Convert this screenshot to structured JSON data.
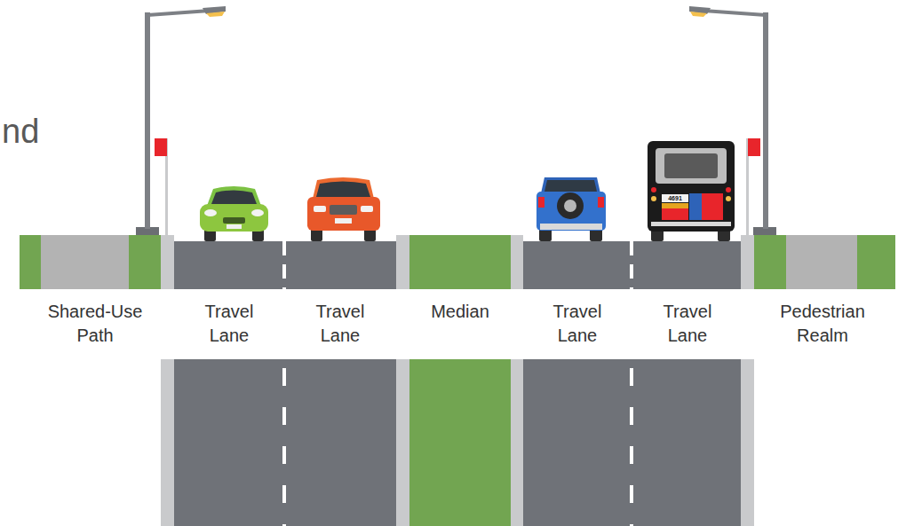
{
  "diagram": {
    "labels": [
      "nd",
      "Shared-Use Path",
      "Travel Lane",
      "Travel Lane",
      "Median",
      "Travel Lane",
      "Travel Lane",
      "Pedestrian Realm",
      "4691"
    ]
  }
}
